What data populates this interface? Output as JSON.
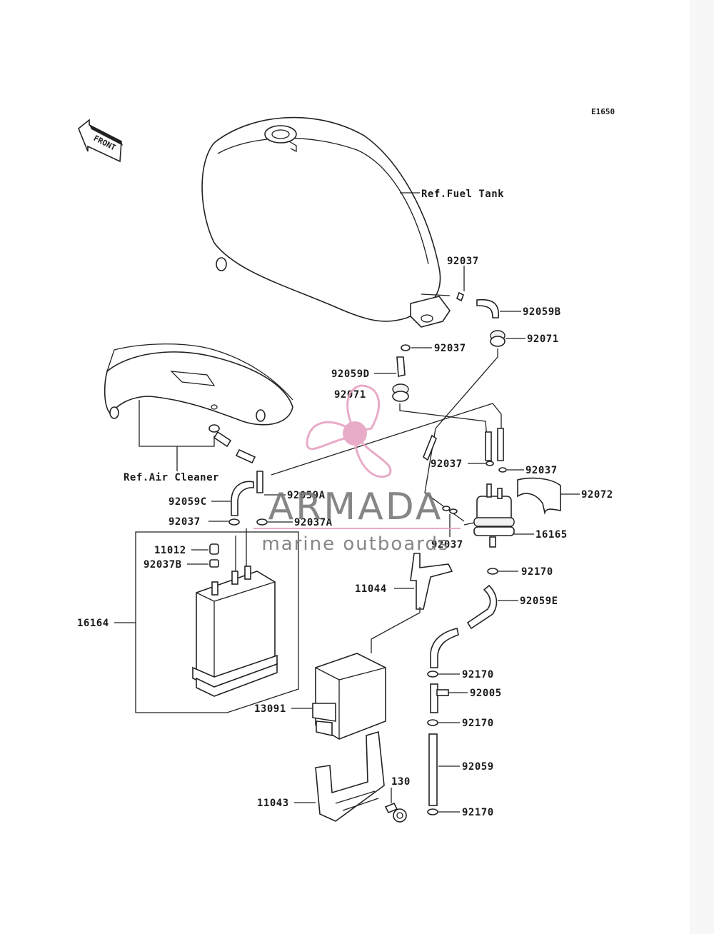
{
  "diagram_code": "E1650",
  "front_marker": "FRONT",
  "references": {
    "fuel_tank": "Ref.Fuel Tank",
    "air_cleaner": "Ref.Air Cleaner"
  },
  "part_labels": {
    "p92037_top": "92037",
    "p92059B": "92059B",
    "p92037_mid": "92037",
    "p92071_right": "92071",
    "p92059D": "92059D",
    "p92071_left": "92071",
    "p92037_r1": "92037",
    "p92037_r2": "92037",
    "p92072": "92072",
    "p92059C": "92059C",
    "p92059A": "92059A",
    "p92037_left": "92037",
    "p92037A": "92037A",
    "p16165": "16165",
    "p92037_low": "92037",
    "p11012": "11012",
    "p92037B": "92037B",
    "p92170_a": "92170",
    "p11044": "11044",
    "p92059E": "92059E",
    "p16164": "16164",
    "p92170_b": "92170",
    "p92005": "92005",
    "p13091": "13091",
    "p92170_c": "92170",
    "p92059": "92059",
    "p130": "130",
    "p11043": "11043",
    "p92170_d": "92170"
  },
  "watermark": {
    "brand": "ARMADA",
    "tagline": "marine outboards",
    "logo_color": "#e6a3c3",
    "text_color": "#7a7a7a"
  }
}
